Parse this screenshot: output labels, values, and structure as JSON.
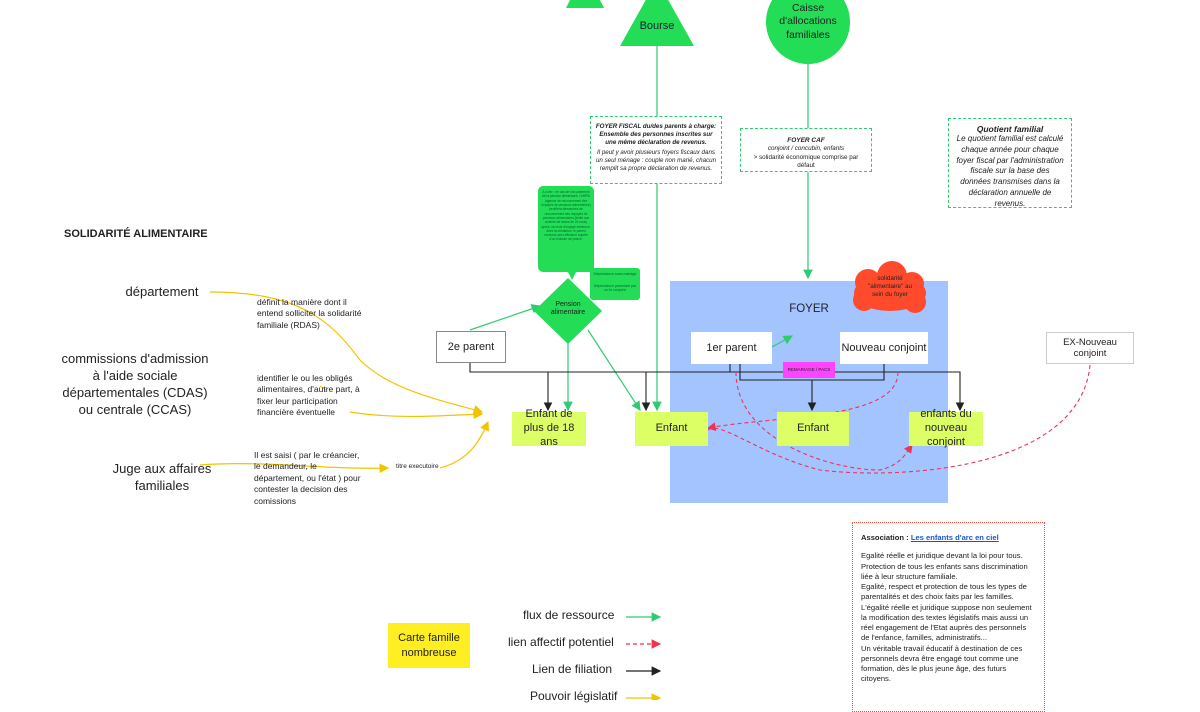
{
  "colors": {
    "resource_green": "#2ecc71",
    "shape_green": "#22dd55",
    "foyer_blue": "#a3c4ff",
    "node_yellow": "#ddff66",
    "legend_yellow": "#ffee22",
    "cloud_red": "#ff4b2b",
    "affective_pink": "#ee3355",
    "legislative_gold": "#f2c400",
    "magenta": "#ff44ff",
    "association_border": "#e74c3c"
  },
  "top": {
    "bourse_label": "Bourse",
    "caf_label": "Caisse d'allocations familiales"
  },
  "notes": {
    "fiscal_title": "FOYER FISCAL du/des parents à charge:",
    "fiscal_subtitle": "Ensemble des personnes inscrites sur une même déclaration de revenus.",
    "fiscal_body": "Il peut y avoir plusieurs foyers fiscaux dans un seul ménage : couple non marié, chacun remplit sa propre déclaration de revenus.",
    "caf_title": "FOYER CAF",
    "caf_line1": "conjoint / concubin, enfants",
    "caf_line2": "> solidarité économique comprise par défaut",
    "quotient_title": "Quotient familial",
    "quotient_body": "Le quotient familial est calculé chaque année pour chaque foyer fiscal par l'administration fiscale sur la base des données transmises dans la déclaration annuelle de revenus."
  },
  "bubbles": {
    "pension_note": "À noter : en cas de non-paiement de la pension alimentaire, l'ARIPA (agence de recouvrement des impayés de pensions alimentaires) peut/fera démarches de recouvrement des impayés de pensions alimentaires (limité aux arriérés de moins de 24 mois) après, se mois d'impayé minimum. Avec la médiation, le parent receveur peut effectuer auprès d'un huissier de justice.",
    "small_note_1": "Dépendance sans mariage",
    "small_note_2": "Dépendance parentale par ou le conjoint"
  },
  "section_title": "SOLIDARITÉ ALIMENTAIRE",
  "left": {
    "departement": "département",
    "departement_note": "définit la manière dont il entend solliciter la solidarité familiale (RDAS)",
    "commissions": "commissions d'admission à l'aide sociale départementales (CDAS) ou centrale (CCAS)",
    "commissions_note": "identifier le ou les obligés alimentaires, d'autre part, à fixer leur participation financière éventuelle",
    "juge": "Juge aux affaires familiales",
    "juge_note": "Il est saisi ( par le créancier, le demandeur, le département, ou l'état ) pour contester la decision des comissions",
    "titre_executoire": "titre executoire"
  },
  "diagram": {
    "pension": "Pension alimentaire",
    "second_parent": "2e parent",
    "foyer": "FOYER",
    "cloud": "solidarité \"alimentaire\" au sein du foyer",
    "first_parent": "1er parent",
    "new_partner": "Nouveau conjoint",
    "ex_partner": "EX-Nouveau conjoint",
    "remariage": "REMARIAGE / PACS",
    "child_over_18": "Enfant de plus de 18 ans",
    "child_1": "Enfant",
    "child_2": "Enfant",
    "partner_children": "enfants du nouveau conjoint"
  },
  "legend": {
    "resource": "flux de ressource",
    "affective": "lien affectif potentiel",
    "filiation": "Lien de filiation",
    "legislative": "Pouvoir législatif",
    "carte": "Carte famille nombreuse"
  },
  "association": {
    "label": "Association :",
    "link": "Les enfants d'arc en ciel",
    "lines": [
      "Egalité réelle et juridique devant la loi pour tous.",
      "Protection de tous les enfants sans discrimination liée à leur structure familiale.",
      "Egalité, respect et protection de tous les types de parentalités et des choix faits par les familles.",
      "L'égalité réelle et juridique suppose non seulement la modification des textes législatifs mais aussi un réel engagement de l'Etat auprès des personnels de l'enfance, familles, administratifs...",
      "Un véritable travail éducatif à destination de ces personnels devra  être engagé tout comme une formation, dès le plus jeune âge, des futurs citoyens."
    ]
  }
}
